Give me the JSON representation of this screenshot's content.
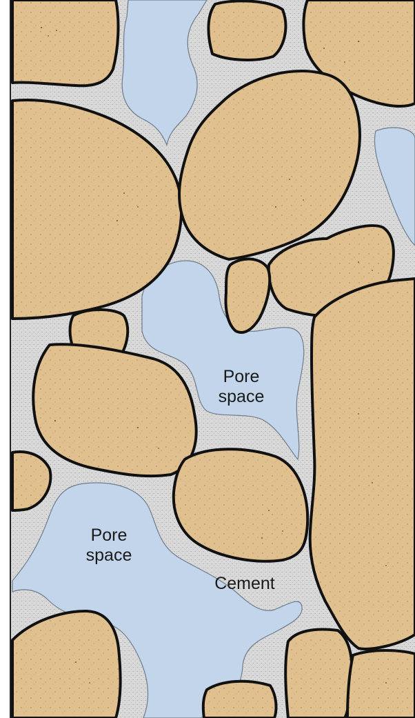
{
  "labels": {
    "pore_space_1": {
      "line1": "Pore",
      "line2": "space"
    },
    "pore_space_2": {
      "line1": "Pore",
      "line2": "space"
    },
    "cement": "Cement"
  },
  "colors": {
    "cement": "#d9d9d9",
    "pore": "#c2d5ea",
    "grain": "#e0c08e",
    "outline": "#111111",
    "speckle": "#3a2a1a"
  }
}
